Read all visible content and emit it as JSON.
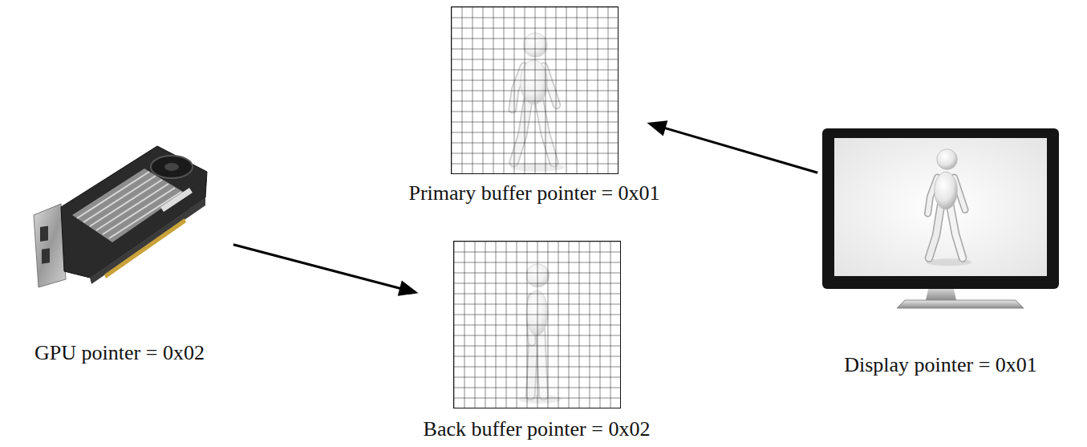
{
  "diagram": {
    "nodes": [
      {
        "text": [
          "GPU pointer = 0x02"
        ]
      },
      {
        "text": [
          "Primary buffer pointer = 0x01"
        ]
      },
      {
        "text": [
          "Back buffer pointer = 0x02"
        ]
      },
      {
        "text": [
          "Display pointer = 0x01"
        ]
      }
    ],
    "edges": [
      {
        "from": 0,
        "to": 2,
        "arrow": "to"
      },
      {
        "from": 3,
        "to": 1,
        "arrow": "to"
      }
    ]
  }
}
